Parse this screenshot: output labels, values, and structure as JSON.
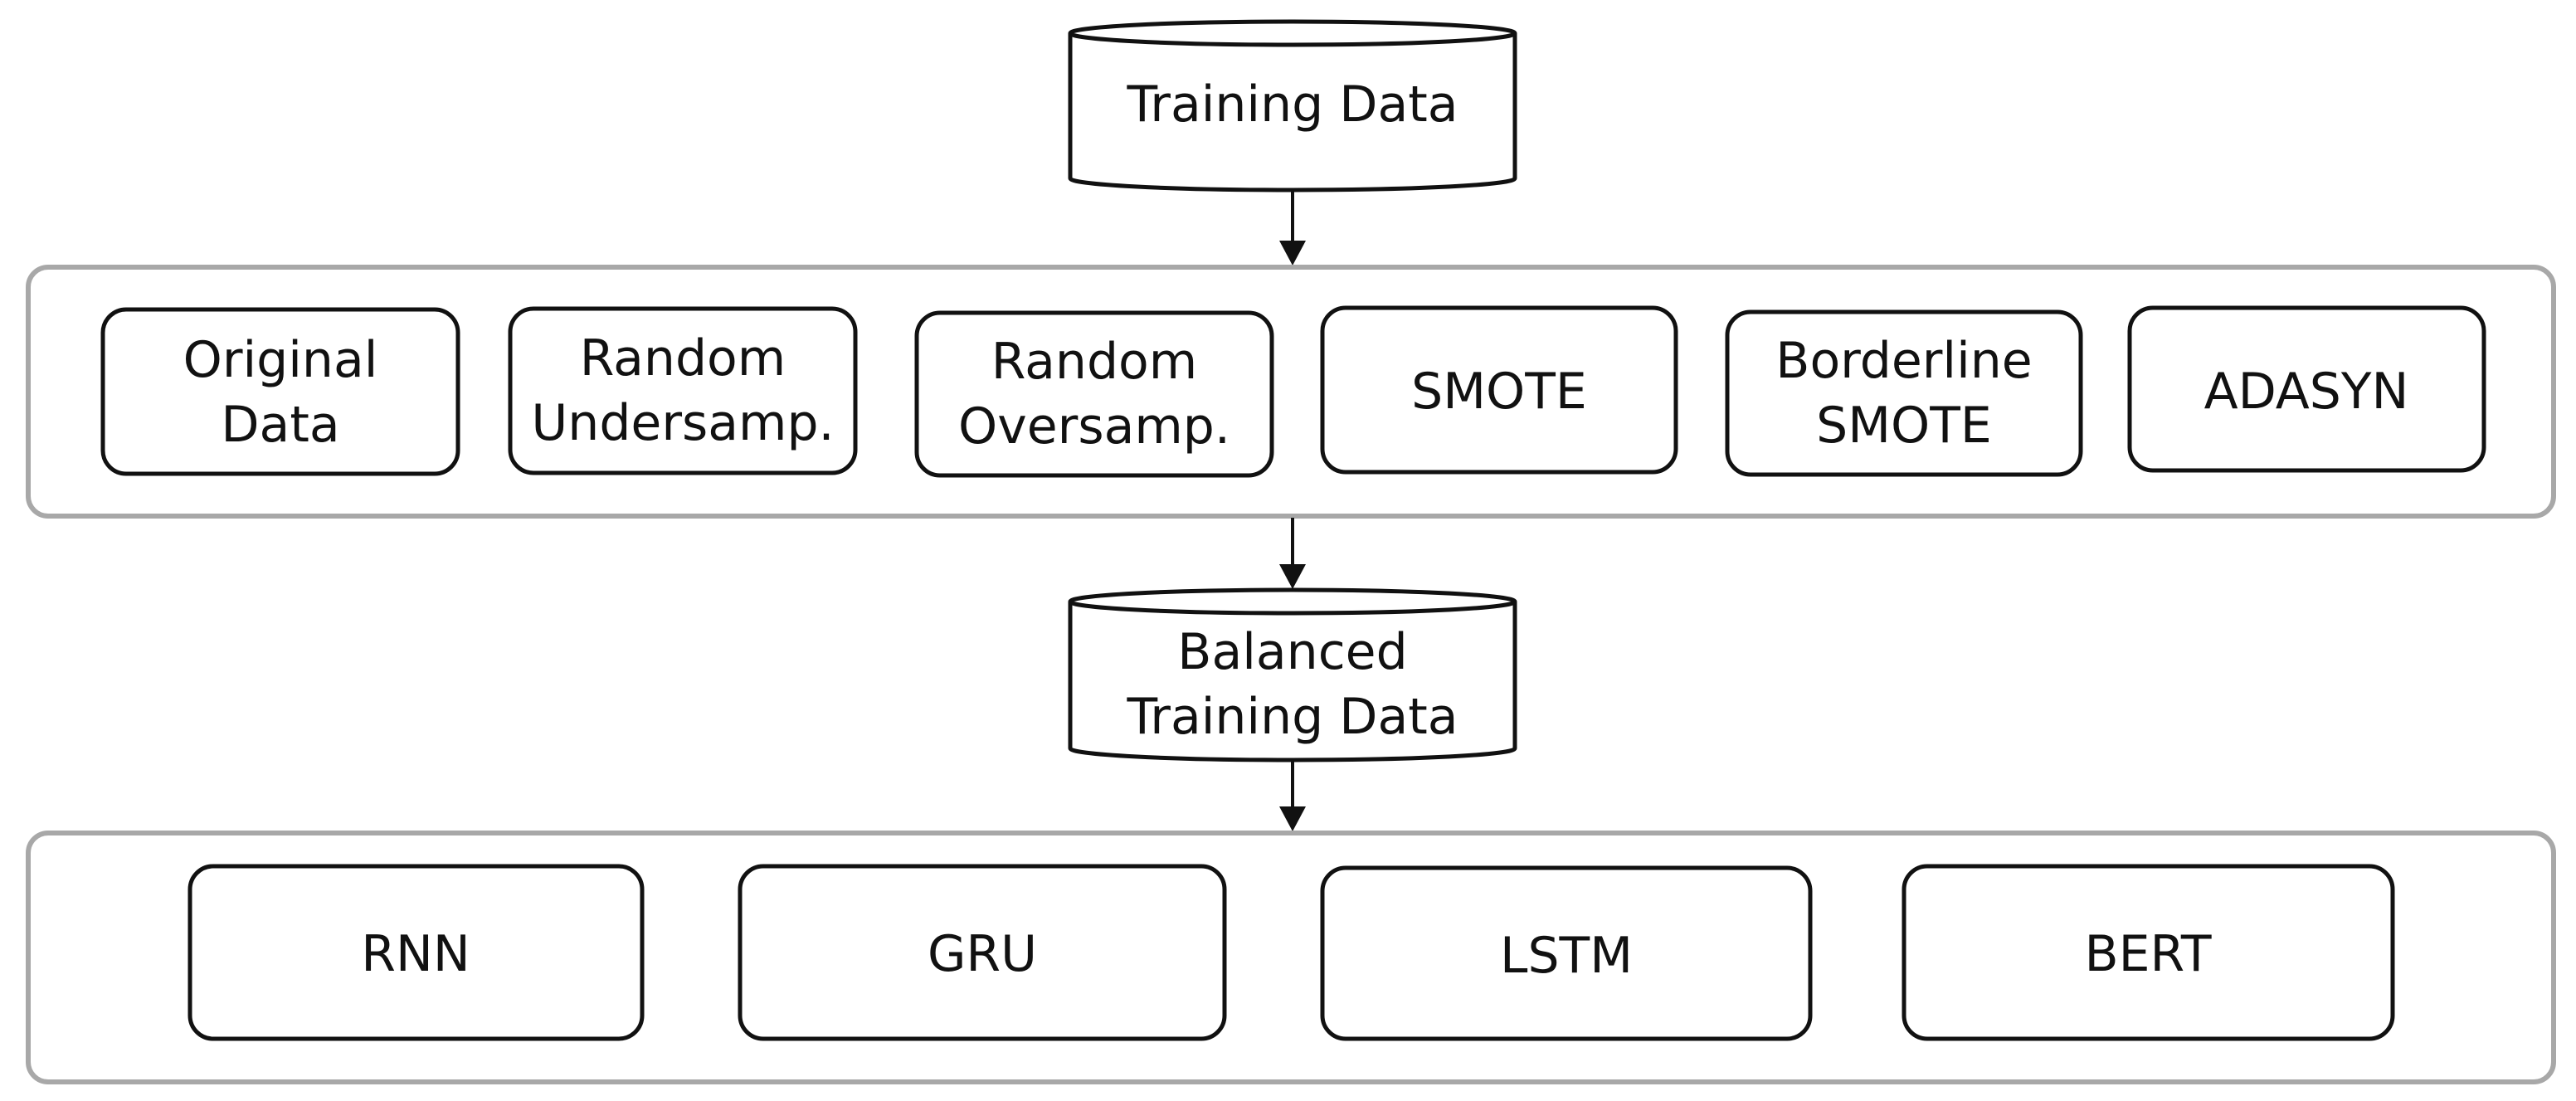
{
  "source_cylinder": {
    "lines": [
      "Training Data"
    ]
  },
  "sampling_methods": [
    {
      "lines": [
        "Original",
        "Data"
      ]
    },
    {
      "lines": [
        "Random",
        "Undersamp."
      ]
    },
    {
      "lines": [
        "Random",
        "Oversamp."
      ]
    },
    {
      "lines": [
        "SMOTE"
      ]
    },
    {
      "lines": [
        "Borderline",
        "SMOTE"
      ]
    },
    {
      "lines": [
        "ADASYN"
      ]
    }
  ],
  "balanced_cylinder": {
    "lines": [
      "Balanced",
      "Training Data"
    ]
  },
  "models": [
    {
      "lines": [
        "RNN"
      ]
    },
    {
      "lines": [
        "GRU"
      ]
    },
    {
      "lines": [
        "LSTM"
      ]
    },
    {
      "lines": [
        "BERT"
      ]
    }
  ]
}
